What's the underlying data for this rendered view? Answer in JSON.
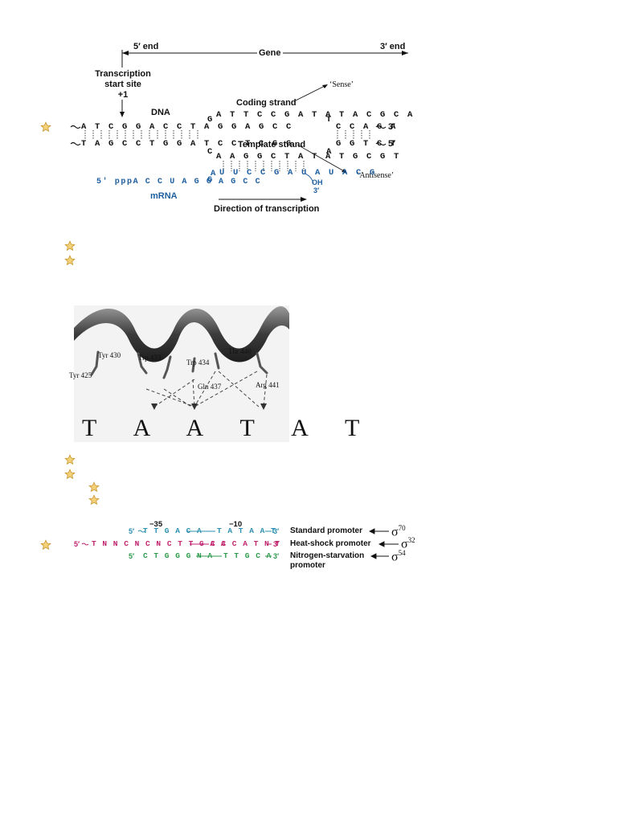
{
  "transcription": {
    "five_end": "5′ end",
    "three_end": "3′ end",
    "gene": "Gene",
    "tss_line1": "Transcription",
    "tss_line2": "start site",
    "plus_one": "+1",
    "dna": "DNA",
    "coding_strand": "Coding strand",
    "template_strand": "Template strand",
    "sense": "‘Sense’",
    "antisense": "‘Antisense’",
    "top_left_seq": "A T C G G A C C T A G G A G C C",
    "top_bubble_seq": "A T T C C G A T A T A C G C A",
    "top_right_seq": "C C A G A",
    "top_right_end": "3′",
    "bottom_left_seq": "T A G C C T G G A T C C T C G G",
    "bottom_bubble_seq": "A A G G C T A T A T G C G T",
    "bottom_right_seq": "G G T C T",
    "bottom_right_end": "5′",
    "bubble_G": "G",
    "bubble_T_top": "T",
    "bubble_C": "C",
    "bubble_A": "A",
    "mrna_seq_left": "5′ pppA C C U A G G A G C C",
    "mrna_bubble": "U U C C G A U A U A C G",
    "mrna_G": "G",
    "mrna_A": "A",
    "mrna_oh": "OH",
    "mrna_3": "3′",
    "mrna_label": "mRNA",
    "direction": "Direction of transcription"
  },
  "helix": {
    "residues": [
      "Tyr 425",
      "Tyr 430",
      "Trp 433",
      "Trp 434",
      "Gln 437",
      "Thr 440",
      "Arg 441"
    ],
    "bases": "T A A T A T"
  },
  "promoters": {
    "minus35": "−35",
    "minus10": "−10",
    "rows": [
      {
        "prefix": "5′",
        "box1": "T T G A C A",
        "box2": "T A T A A T",
        "suffix": "3′",
        "label": "Standard promoter",
        "sigma": "70"
      },
      {
        "prefix": "5′",
        "box1": "T N N C N C N C T T G A A",
        "box2": "C C C A T N T",
        "suffix": "3′",
        "label": "Heat-shock promoter",
        "sigma": "32"
      },
      {
        "prefix": "5′",
        "box1": "C T G G G N A",
        "box2": "T T G C A",
        "suffix": "3′",
        "label": "Nitrogen-starvation",
        "label2": "promoter",
        "sigma": "54"
      }
    ],
    "sigma_symbol": "σ"
  },
  "icons": [
    "star-bullet-icon"
  ],
  "colors": {
    "star": "#e8b84a",
    "mrna": "#1f5fa0",
    "standard": "#2a8fb0",
    "heatshock": "#c0226e",
    "nitrogen": "#2e9a4c"
  }
}
